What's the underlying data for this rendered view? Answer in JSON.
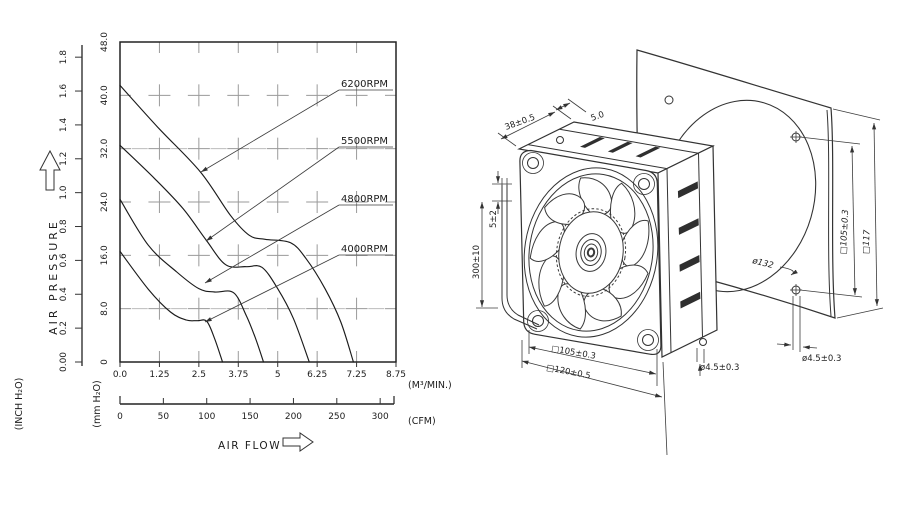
{
  "chart": {
    "y_axis_title": "AIR PRESSURE",
    "x_axis_title": "AIR FLOW",
    "x_unit_primary": "(M³/MIN.)",
    "x_unit_secondary": "(CFM)",
    "y_unit_primary": "(INCH H₂O)",
    "y_unit_secondary": "(mm H₂O)",
    "inch_ticks": [
      "0.00",
      "0.2",
      "0.4",
      "0.6",
      "0.8",
      "1.0",
      "1.2",
      "1.4",
      "1.6",
      "1.8"
    ],
    "mm_ticks": [
      "0",
      "8.0",
      "16.0",
      "24.0",
      "32.0",
      "40.0",
      "48.0"
    ],
    "x_ticks": [
      "0.0",
      "1.25",
      "2.5",
      "3.75",
      "5",
      "6.25",
      "7.25",
      "8.75"
    ],
    "cfm_ticks": [
      "0",
      "50",
      "100",
      "150",
      "200",
      "250",
      "300"
    ]
  },
  "chart_data": {
    "type": "line",
    "title": "",
    "xlabel": "AIR FLOW",
    "ylabel": "AIR PRESSURE",
    "x_units": [
      "M³/MIN.",
      "CFM"
    ],
    "y_units": [
      "mm H₂O",
      "INCH H₂O"
    ],
    "xlim": [
      0,
      8.75
    ],
    "ylim_mm": [
      0,
      48
    ],
    "ylim_inch": [
      0,
      1.8
    ],
    "x_tick_step": 1.25,
    "grid": "dashed-crosses",
    "legend_position": "inline-labels-right",
    "series": [
      {
        "name": "6200RPM",
        "points": [
          [
            0,
            41.5
          ],
          [
            1.2,
            35.2
          ],
          [
            2.55,
            28.5
          ],
          [
            3.5,
            22
          ],
          [
            4.1,
            19
          ],
          [
            4.6,
            18.4
          ],
          [
            5.4,
            17.9
          ],
          [
            5.9,
            15.5
          ],
          [
            6.5,
            11
          ],
          [
            7.0,
            6
          ],
          [
            7.4,
            0
          ]
        ]
      },
      {
        "name": "5500RPM",
        "points": [
          [
            0,
            32.5
          ],
          [
            1.1,
            27.5
          ],
          [
            2.0,
            23
          ],
          [
            2.73,
            18.3
          ],
          [
            3.35,
            14.6
          ],
          [
            4.0,
            14.3
          ],
          [
            4.5,
            14.2
          ],
          [
            5.0,
            11
          ],
          [
            5.5,
            6.5
          ],
          [
            6.0,
            0
          ]
        ]
      },
      {
        "name": "4800RPM",
        "points": [
          [
            0,
            24.4
          ],
          [
            0.9,
            17.5
          ],
          [
            1.8,
            13.5
          ],
          [
            2.5,
            11
          ],
          [
            3.0,
            10.5
          ],
          [
            3.6,
            10.4
          ],
          [
            4.0,
            7
          ],
          [
            4.3,
            3.5
          ],
          [
            4.55,
            0
          ]
        ]
      },
      {
        "name": "4000RPM",
        "points": [
          [
            0,
            16.6
          ],
          [
            0.9,
            10.9
          ],
          [
            1.6,
            7.5
          ],
          [
            2.1,
            6.3
          ],
          [
            2.45,
            6.2
          ],
          [
            2.75,
            6.1
          ],
          [
            3.0,
            3.5
          ],
          [
            3.25,
            0
          ]
        ]
      }
    ]
  },
  "fan": {
    "dims": {
      "depth": "38±0.5",
      "flange_thickness": "5.0",
      "lead_strip_length": "5±2",
      "lead_wire_length": "300±10",
      "mounting_hole_pitch": "□105±0.3",
      "frame_size": "□120±0.5",
      "mounting_hole_diameter": "ø4.5±0.3",
      "gasket_opening_diameter": "ø132",
      "gasket_hole_pitch": "□105±0.3",
      "gasket_outer_size": "□117",
      "gasket_hole_diameter": "ø4.5±0.3"
    }
  }
}
